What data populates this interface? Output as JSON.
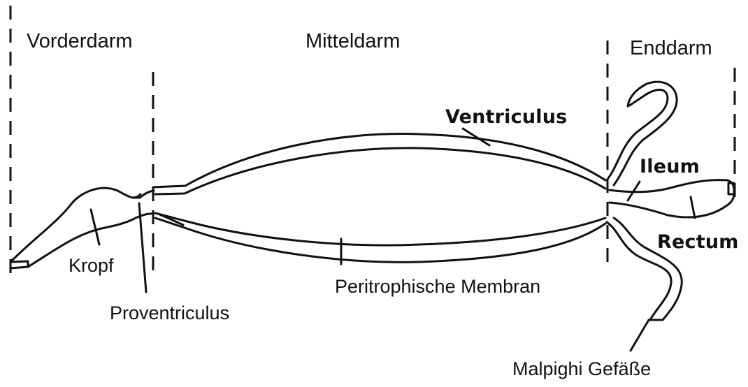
{
  "sections": {
    "foregut": "Vorderdarm",
    "midgut": "Mitteldarm",
    "hindgut": "Enddarm"
  },
  "parts": {
    "crop": "Kropf",
    "proventriculus": "Proventriculus",
    "ventriculus": "Ventriculus",
    "peritrophic_membrane": "Peritrophische Membran",
    "ileum": "Ileum",
    "rectum": "Rectum",
    "malpighian_tubules": "Malpighi Gefäße"
  },
  "colors": {
    "ink": "#111111",
    "background": "#ffffff"
  }
}
